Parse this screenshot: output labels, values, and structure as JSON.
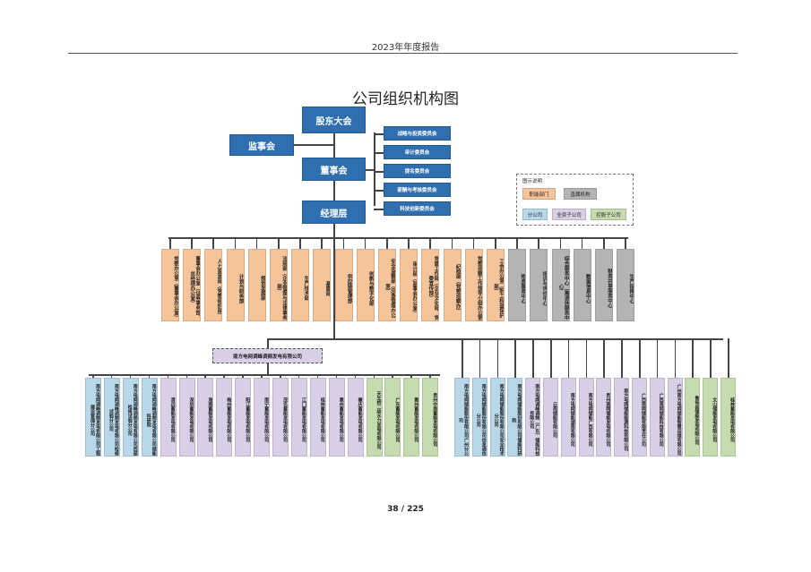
{
  "header": {
    "text": "2023年年度报告"
  },
  "page_title": "公司组织机构图",
  "top_boxes": {
    "shareholders": "股东大会",
    "supervisors": "监事会",
    "board": "董事会",
    "management": "经理层"
  },
  "committees": [
    "战略与投资委员会",
    "审计委员会",
    "提名委员会",
    "薪酬与考核委员会",
    "科技创新委员会"
  ],
  "legend": {
    "title": "图示说明",
    "items": [
      {
        "label": "职能部门",
        "color": "#f5c49a"
      },
      {
        "label": "直属机构",
        "color": "#b4b4b4"
      },
      {
        "label": "分公司",
        "color": "#b8d8ea"
      },
      {
        "label": "全资子公司",
        "color": "#d9cfe6"
      },
      {
        "label": "控股子公司",
        "color": "#c6dcb0"
      }
    ]
  },
  "departments": [
    {
      "name": "党委办公室",
      "note": "（董事会办公室）",
      "color": "#f5c49a"
    },
    {
      "name": "董事会办公室",
      "note": "（证券事务部、总经理办公室）",
      "color": "#f5c49a"
    },
    {
      "name": "人力资源部",
      "note": "（党委组织部）",
      "color": "#f5c49a"
    },
    {
      "name": "计划与财务部",
      "note": "",
      "color": "#f5c49a"
    },
    {
      "name": "规划发展部",
      "note": "",
      "color": "#f5c49a"
    },
    {
      "name": "法规部",
      "note": "（企业管理与法律事务部）",
      "color": "#f5c49a"
    },
    {
      "name": "生产技术部",
      "note": "",
      "color": "#f5c49a"
    },
    {
      "name": "基建部",
      "note": "",
      "color": "#f5c49a"
    },
    {
      "name": "供应链管理部",
      "note": "",
      "color": "#f5c49a"
    },
    {
      "name": "创新与数字化部",
      "note": "",
      "color": "#f5c49a"
    },
    {
      "name": "安全监察部",
      "note": "（应急管理办公室）",
      "color": "#f5c49a"
    },
    {
      "name": "审计部",
      "note": "（监事会办公室）",
      "color": "#f5c49a"
    },
    {
      "name": "党建工作部",
      "note": "（企业文化部、党委宣传部）",
      "color": "#f5c49a"
    },
    {
      "name": "纪检部",
      "note": "（党委巡察办）",
      "color": "#f5c49a"
    },
    {
      "name": "党委巡察工作领导小组办公室",
      "note": "",
      "color": "#f5c49a"
    },
    {
      "name": "工会办公室",
      "note": "（职工权益保护部）",
      "color": "#f5c49a"
    },
    {
      "name": "物资服务中心",
      "note": "",
      "color": "#b4b4b4"
    },
    {
      "name": "培训与评价中心",
      "note": "",
      "color": "#b4b4b4"
    },
    {
      "name": "综合服务中心",
      "note": "（离退休服务中心）",
      "color": "#b4b4b4"
    },
    {
      "name": "数据信息中心",
      "note": "",
      "color": "#b4b4b4"
    },
    {
      "name": "财务共享服务中心",
      "note": "",
      "color": "#b4b4b4"
    },
    {
      "name": "生产指挥中心",
      "note": "",
      "color": "#b4b4b4"
    }
  ],
  "hub_company": "南方电网调峰调频发电有限公司",
  "hub_subsidiaries": [
    {
      "name": "南方电网调峰调频发电有限公司工程建设管理分公司",
      "color": "#b8d8ea"
    },
    {
      "name": "南方电网调峰调频发电有限公司检修试验分公司",
      "color": "#b8d8ea"
    },
    {
      "name": "南方电网调峰调频发电有限公司西部检修试验分公司",
      "color": "#b8d8ea"
    },
    {
      "name": "南方电网调峰调频发电有限公司储能科研院",
      "color": "#b8d8ea"
    },
    {
      "name": "清远蓄能发电有限公司",
      "color": "#d9cfe6"
    },
    {
      "name": "深圳蓄能发电有限公司",
      "color": "#d9cfe6"
    },
    {
      "name": "海南蓄能发电有限公司",
      "color": "#d9cfe6"
    },
    {
      "name": "梅州蓄能发电有限公司",
      "color": "#d9cfe6"
    },
    {
      "name": "阳江蓄能发电有限公司",
      "color": "#d9cfe6"
    },
    {
      "name": "南宁蓄能发电有限公司",
      "color": "#d9cfe6"
    },
    {
      "name": "茂名蓄能发电有限公司",
      "color": "#d9cfe6"
    },
    {
      "name": "江门蓄能发电有限公司",
      "color": "#d9cfe6"
    },
    {
      "name": "桂林蓄能发电有限公司",
      "color": "#d9cfe6"
    },
    {
      "name": "惠州蓄能发电有限公司",
      "color": "#d9cfe6"
    },
    {
      "name": "肇庆蓄能发电有限公司",
      "color": "#d9cfe6"
    },
    {
      "name": "天生桥二级水力发电有限公司",
      "color": "#c6dcb0"
    },
    {
      "name": "广东蓄能发电有限公司",
      "color": "#c6dcb0"
    },
    {
      "name": "惠州蓄能发电有限公司",
      "color": "#c6dcb0"
    },
    {
      "name": "贵州中南蓄能发电有限公司",
      "color": "#c6dcb0"
    }
  ],
  "direct_subsidiaries": [
    {
      "name": "南方电网储能股份有限公司广州分公司",
      "color": "#b8d8ea"
    },
    {
      "name": "南方电网储能股份有限公司信息通信分公司",
      "color": "#b8d8ea"
    },
    {
      "name": "南方电网储能股份有限公司安全技术分公司",
      "color": "#b8d8ea"
    },
    {
      "name": "南方电网储能股份有限公司储能科研院",
      "color": "#b8d8ea"
    },
    {
      "name": "南方电网调峰调频（广东）储能科技有限公司",
      "color": "#d9cfe6"
    },
    {
      "name": "云南储能有限公司",
      "color": "#d9cfe6"
    },
    {
      "name": "南方电网储能湖南有限公司",
      "color": "#d9cfe6"
    },
    {
      "name": "南方电网储能广西有限公司",
      "color": "#d9cfe6"
    },
    {
      "name": "贵州南网储能发电有限公司",
      "color": "#d9cfe6"
    },
    {
      "name": "南方电网储能能源科技有限公司",
      "color": "#d9cfe6"
    },
    {
      "name": "广西南网储能有限责任公司",
      "color": "#d9cfe6"
    },
    {
      "name": "广西南网储能科技有限公司",
      "color": "#d9cfe6"
    },
    {
      "name": "广州南方电网储能智慧运维有限公司",
      "color": "#d9cfe6"
    },
    {
      "name": "鲁甸县储能发电有限公司",
      "color": "#c6dcb0"
    },
    {
      "name": "文山储能发电有限公司",
      "color": "#c6dcb0"
    },
    {
      "name": "桂林蓄能发电有限公司",
      "color": "#c6dcb0"
    }
  ],
  "footer": {
    "page": "38 / 225"
  }
}
